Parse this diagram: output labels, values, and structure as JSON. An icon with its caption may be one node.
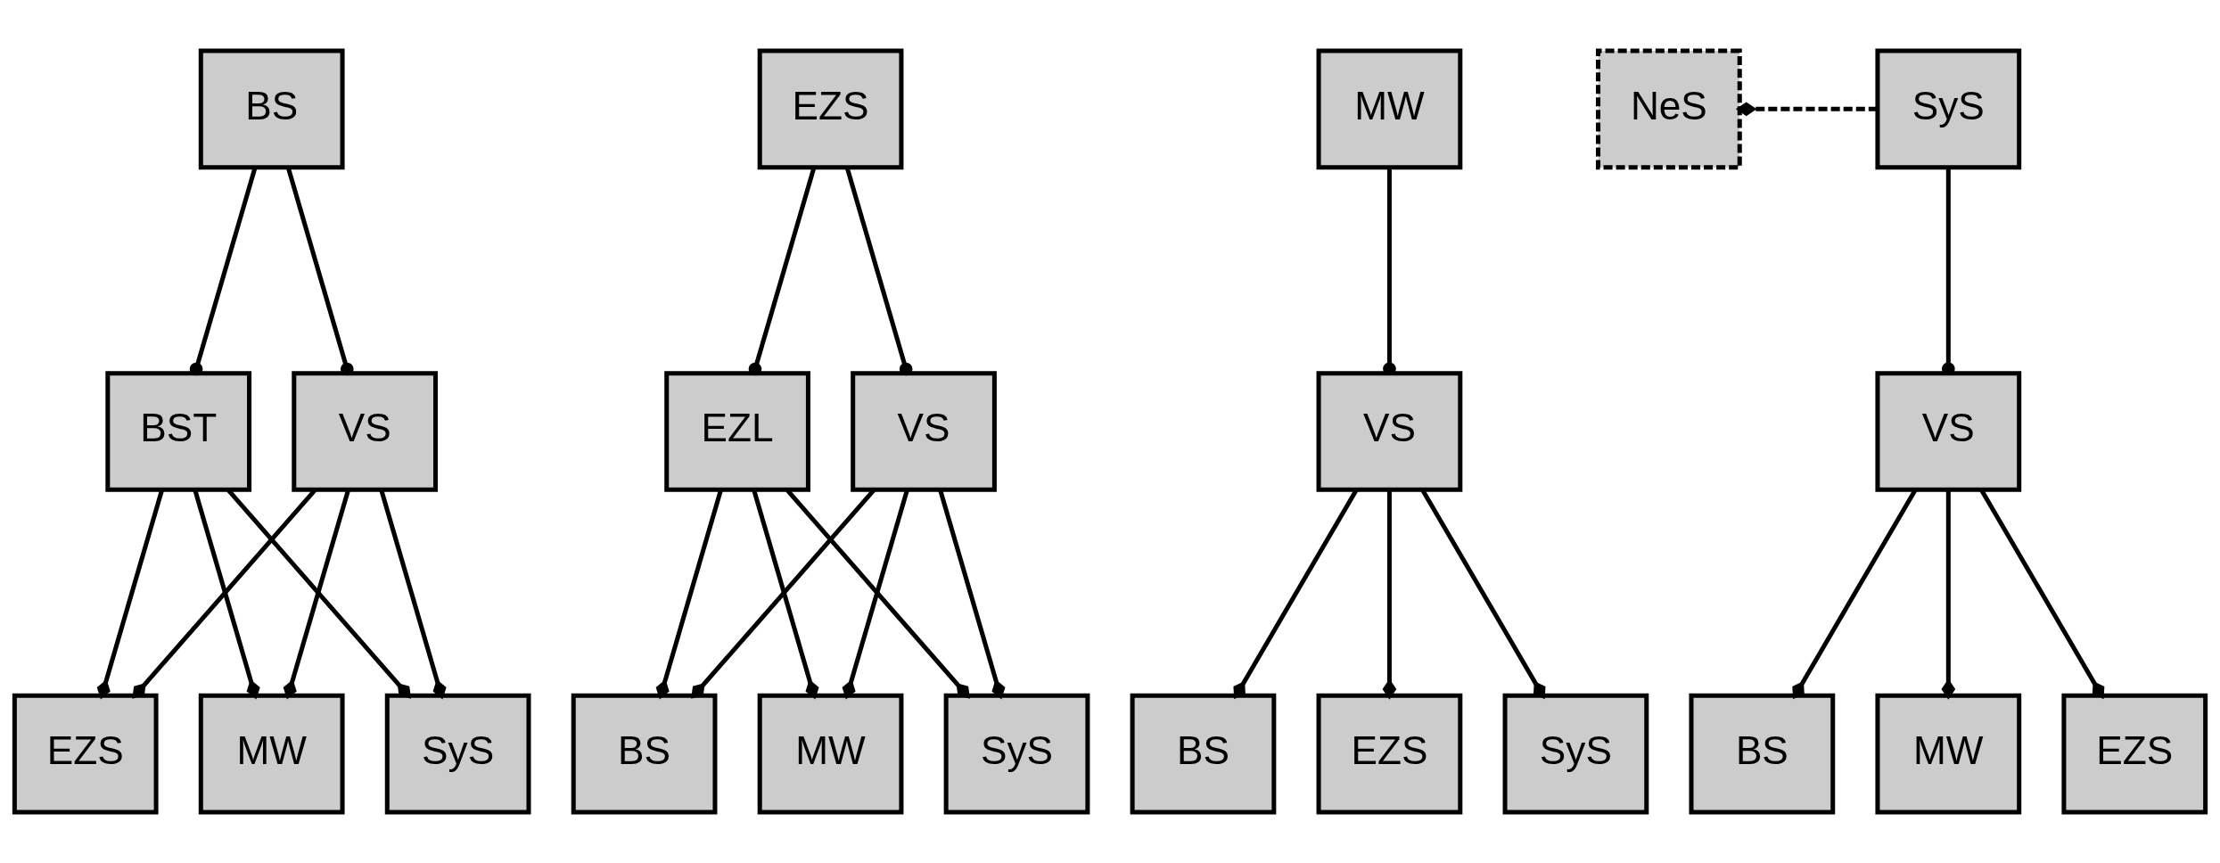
{
  "diagram": {
    "nodes": [
      {
        "text": [
          "BS"
        ]
      },
      {
        "text": [
          "BST"
        ]
      },
      {
        "text": [
          "VS"
        ]
      },
      {
        "text": [
          "EZS"
        ]
      },
      {
        "text": [
          "MW"
        ]
      },
      {
        "text": [
          "SyS"
        ]
      },
      {
        "text": [
          "EZS"
        ]
      },
      {
        "text": [
          "EZL"
        ]
      },
      {
        "text": [
          "VS"
        ]
      },
      {
        "text": [
          "BS"
        ]
      },
      {
        "text": [
          "MW"
        ]
      },
      {
        "text": [
          "SyS"
        ]
      },
      {
        "text": [
          "MW"
        ]
      },
      {
        "text": [
          "VS"
        ]
      },
      {
        "text": [
          "BS"
        ]
      },
      {
        "text": [
          "EZS"
        ]
      },
      {
        "text": [
          "SyS"
        ]
      },
      {
        "text": [
          "NeS"
        ]
      },
      {
        "text": [
          "SyS"
        ]
      },
      {
        "text": [
          "VS"
        ]
      },
      {
        "text": [
          "BS"
        ]
      },
      {
        "text": [
          "MW"
        ]
      },
      {
        "text": [
          "EZS"
        ]
      }
    ],
    "edges": [
      {
        "from": 0,
        "to": 1,
        "arrow": "other"
      },
      {
        "from": 0,
        "to": 2,
        "arrow": "other"
      },
      {
        "from": 1,
        "to": 3,
        "arrow": "other"
      },
      {
        "from": 1,
        "to": 4,
        "arrow": "other"
      },
      {
        "from": 1,
        "to": 5,
        "arrow": "other"
      },
      {
        "from": 2,
        "to": 3,
        "arrow": "other"
      },
      {
        "from": 2,
        "to": 4,
        "arrow": "other"
      },
      {
        "from": 2,
        "to": 5,
        "arrow": "other"
      },
      {
        "from": 6,
        "to": 7,
        "arrow": "other"
      },
      {
        "from": 6,
        "to": 8,
        "arrow": "other"
      },
      {
        "from": 7,
        "to": 9,
        "arrow": "other"
      },
      {
        "from": 7,
        "to": 10,
        "arrow": "other"
      },
      {
        "from": 7,
        "to": 11,
        "arrow": "other"
      },
      {
        "from": 8,
        "to": 9,
        "arrow": "other"
      },
      {
        "from": 8,
        "to": 10,
        "arrow": "other"
      },
      {
        "from": 8,
        "to": 11,
        "arrow": "other"
      },
      {
        "from": 12,
        "to": 13,
        "arrow": "other"
      },
      {
        "from": 13,
        "to": 14,
        "arrow": "other"
      },
      {
        "from": 13,
        "to": 15,
        "arrow": "other"
      },
      {
        "from": 13,
        "to": 16,
        "arrow": "other"
      },
      {
        "from": 18,
        "to": 17,
        "arrow": "other",
        "style": "dashed"
      },
      {
        "from": 18,
        "to": 19,
        "arrow": "other"
      },
      {
        "from": 19,
        "to": 20,
        "arrow": "other"
      },
      {
        "from": 19,
        "to": 21,
        "arrow": "other"
      },
      {
        "from": 19,
        "to": 22,
        "arrow": "other"
      }
    ]
  }
}
